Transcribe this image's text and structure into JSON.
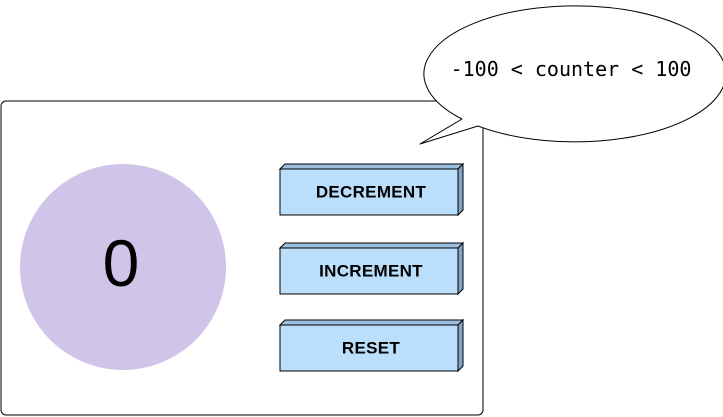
{
  "counter": {
    "value": "0",
    "circle_color": "#d1c4e9"
  },
  "buttons": {
    "decrement_label": "DECREMENT",
    "increment_label": "INCREMENT",
    "reset_label": "RESET",
    "fill_color": "#bbdefb"
  },
  "callout": {
    "text": "-100 < counter < 100"
  }
}
